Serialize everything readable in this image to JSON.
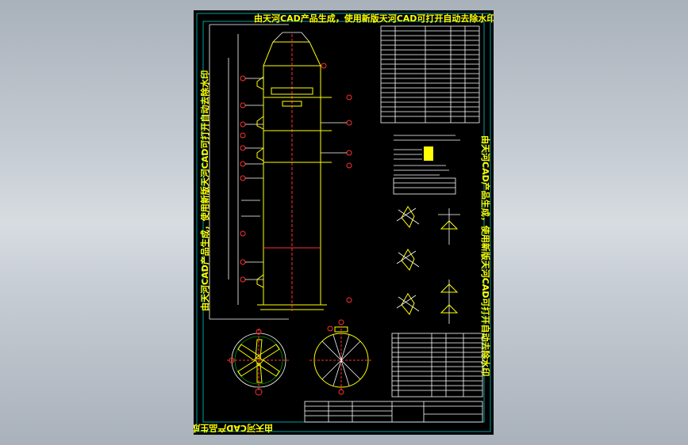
{
  "drawing": {
    "background": "#000000",
    "border_color": "#00c8c8",
    "accent_color": "#ffff00",
    "watermark_top": "由天河CAD产品生成，使用新版天河CAD可打开自动去除水印",
    "watermark_left": "由天河CAD产品生成，使用新版天河CAD可打开自动去除水印",
    "watermark_right": "由天河CAD产品生成，使用新版天河CAD可打开自动去除水印",
    "watermark_bottom": "由天河CAD产品生成，使用新版天河CAD可打开自动去除水印"
  },
  "views": {
    "main_elevation": "tower elevation",
    "plan_view_1": "section plan A",
    "plan_view_2": "section plan B",
    "detail_views": 6
  }
}
